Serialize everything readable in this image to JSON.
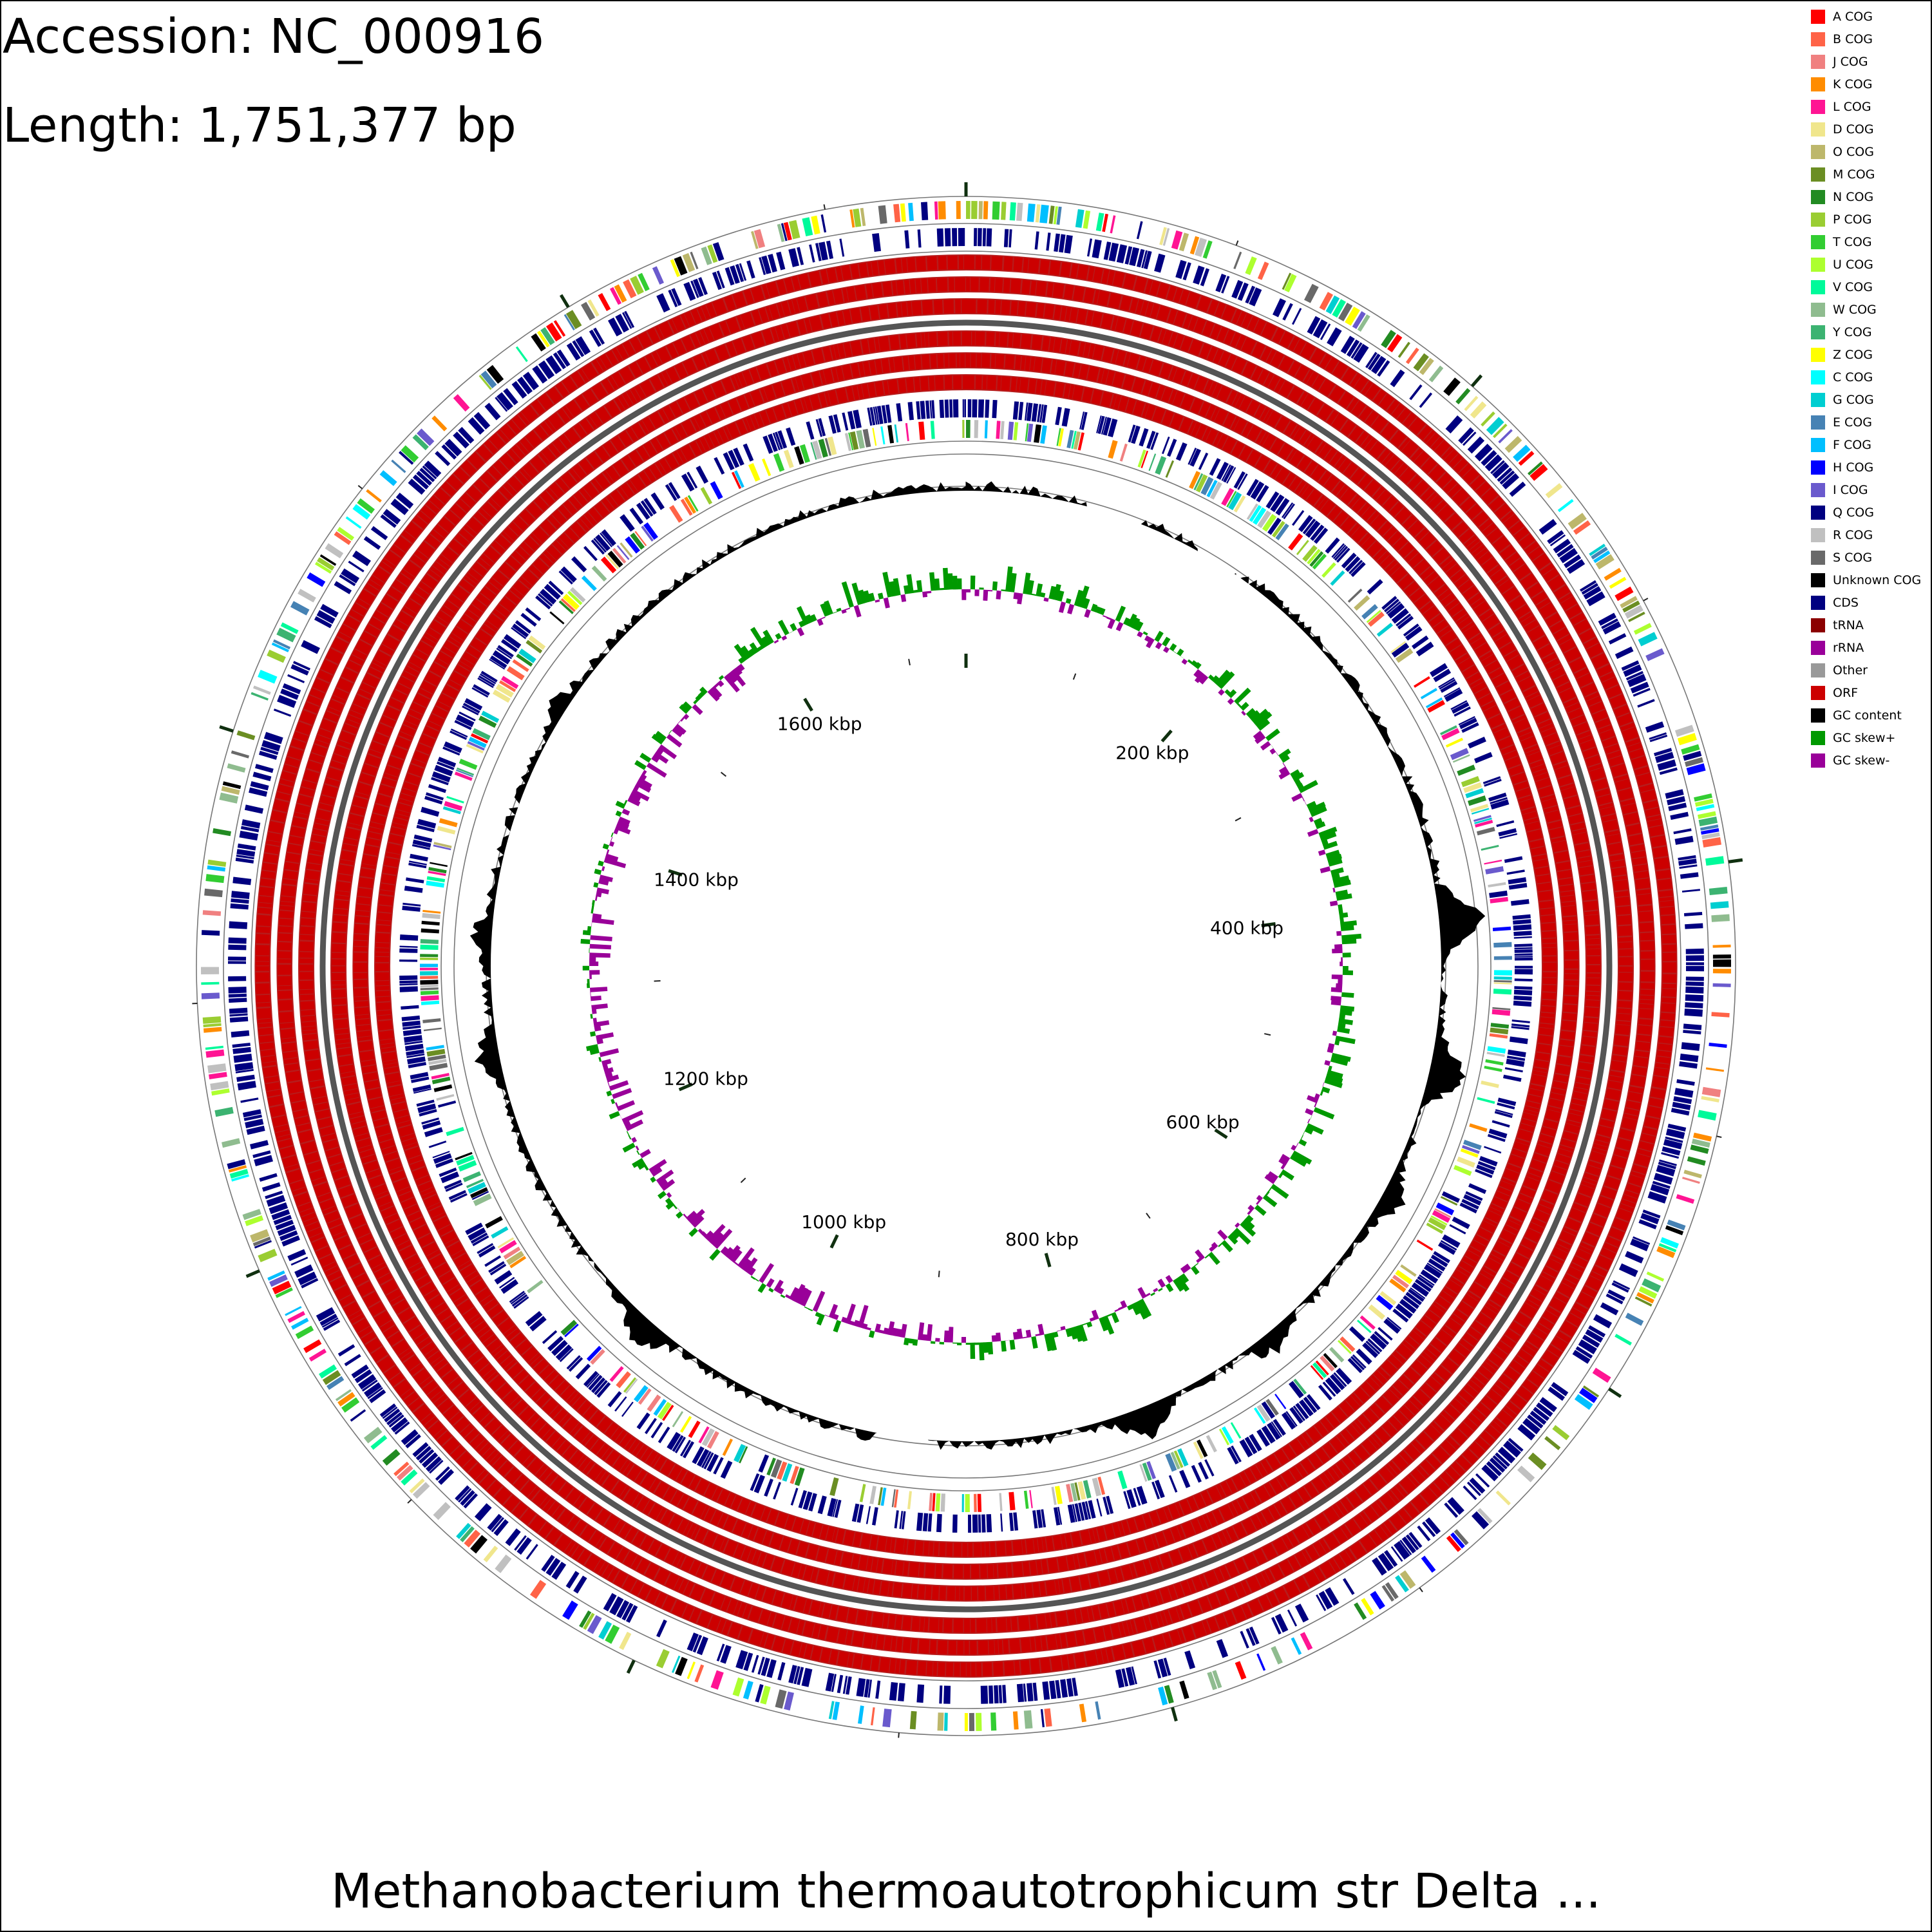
{
  "header": {
    "accession": "Accession: NC_000916",
    "length": "Length: 1,751,377 bp"
  },
  "footer": {
    "organism": "Methanobacterium thermoautotrophicum str Delta ..."
  },
  "genome_length_bp": 1751377,
  "ticks": {
    "labels": [
      "200 kbp",
      "400 kbp",
      "600 kbp",
      "800 kbp",
      "1000 kbp",
      "1200 kbp",
      "1400 kbp",
      "1600 kbp"
    ],
    "label_positions_kbp": [
      200,
      400,
      600,
      800,
      1000,
      1200,
      1400,
      1600
    ]
  },
  "tracks": [
    "COG features (forward)",
    "CDS (forward)",
    "ORF",
    "ORF",
    "ORF",
    "ORF",
    "ORF",
    "ORF",
    "CDS (reverse)",
    "COG features (reverse)",
    "GC content",
    "GC skew"
  ],
  "legend": [
    {
      "label": "A COG",
      "color": "#ff0000"
    },
    {
      "label": "B COG",
      "color": "#ff6347"
    },
    {
      "label": "J COG",
      "color": "#f08080"
    },
    {
      "label": "K COG",
      "color": "#ff8c00"
    },
    {
      "label": "L COG",
      "color": "#ff1493"
    },
    {
      "label": "D COG",
      "color": "#f0e68c"
    },
    {
      "label": "O COG",
      "color": "#bdb76b"
    },
    {
      "label": "M COG",
      "color": "#6b8e23"
    },
    {
      "label": "N COG",
      "color": "#228b22"
    },
    {
      "label": "P COG",
      "color": "#9acd32"
    },
    {
      "label": "T COG",
      "color": "#32cd32"
    },
    {
      "label": "U COG",
      "color": "#adff2f"
    },
    {
      "label": "V COG",
      "color": "#00fa9a"
    },
    {
      "label": "W COG",
      "color": "#8fbc8f"
    },
    {
      "label": "Y COG",
      "color": "#3cb371"
    },
    {
      "label": "Z COG",
      "color": "#ffff00"
    },
    {
      "label": "C COG",
      "color": "#00ffff"
    },
    {
      "label": "G COG",
      "color": "#00ced1"
    },
    {
      "label": "E COG",
      "color": "#4682b4"
    },
    {
      "label": "F COG",
      "color": "#00bfff"
    },
    {
      "label": "H COG",
      "color": "#0000ff"
    },
    {
      "label": "I COG",
      "color": "#6a5acd"
    },
    {
      "label": "Q COG",
      "color": "#000080"
    },
    {
      "label": "R COG",
      "color": "#c0c0c0"
    },
    {
      "label": "S COG",
      "color": "#696969"
    },
    {
      "label": "Unknown COG",
      "color": "#000000"
    },
    {
      "label": "CDS",
      "color": "#000080"
    },
    {
      "label": "tRNA",
      "color": "#8b0000"
    },
    {
      "label": "rRNA",
      "color": "#990099"
    },
    {
      "label": "Other",
      "color": "#999999"
    },
    {
      "label": "ORF",
      "color": "#cc0000"
    },
    {
      "label": "GC content",
      "color": "#000000"
    },
    {
      "label": "GC skew+",
      "color": "#009900"
    },
    {
      "label": "GC skew-",
      "color": "#990099"
    }
  ]
}
